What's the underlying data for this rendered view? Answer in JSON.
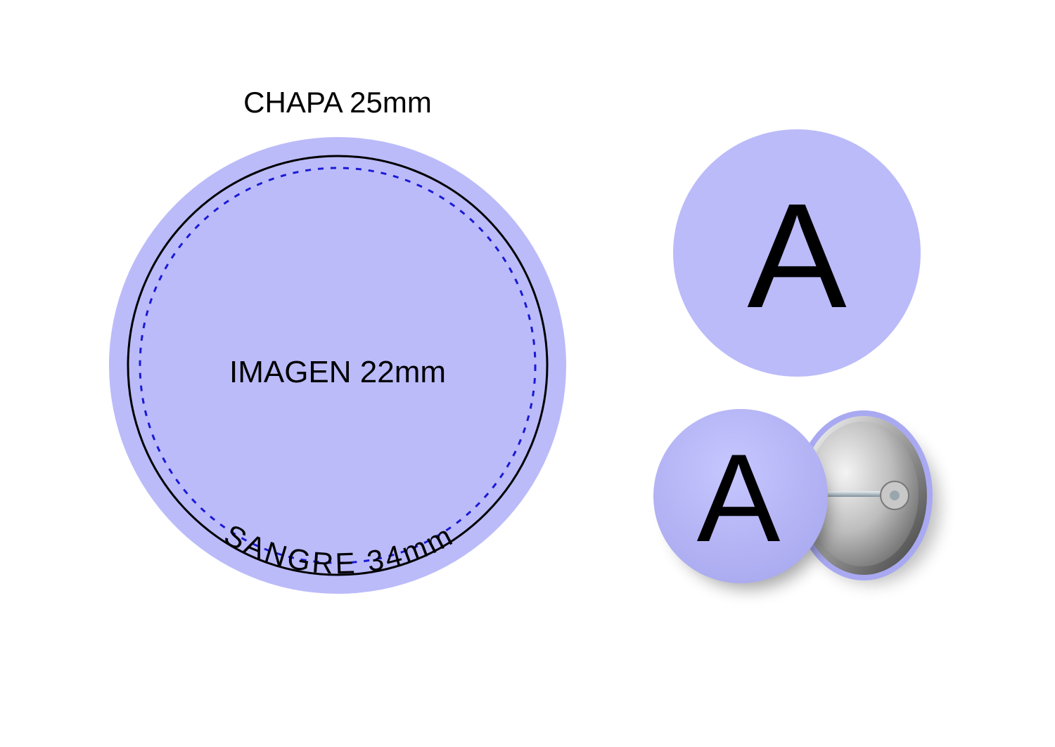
{
  "template": {
    "title": "CHAPA 25mm",
    "center_label": "IMAGEN 22mm",
    "arc_label": "SANGRE 34mm"
  },
  "preview": {
    "letter": "A"
  },
  "badge": {
    "letter": "A"
  },
  "colors": {
    "fill": "#bbbbfa",
    "cut_line": "#000000",
    "safe_line": "#1a1ad6",
    "text": "#000000",
    "metal_light": "#f0f0f0",
    "metal_dark": "#7a7a7a"
  }
}
